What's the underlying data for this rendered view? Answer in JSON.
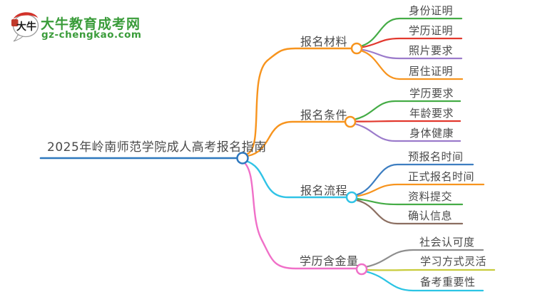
{
  "background": "#ffffff",
  "logo": {
    "icon_characters": "大牛",
    "icon_bubble_stroke": "#9a9a9a",
    "icon_cap_color": "#d2322a",
    "icon_seal_color": "#c0392b",
    "brand_name": "大牛教育成考网",
    "brand_domain": "gz-chengkao.com",
    "brand_color": "#3a9c3a"
  },
  "central": {
    "title": "2025年岭南师范学院成人高考报名指南",
    "color": "#2e78be"
  },
  "branches": [
    {
      "label": "报名材料",
      "color": "#f7941e",
      "children": [
        {
          "label": "身份证明",
          "color": "#45ac46"
        },
        {
          "label": "学历证明",
          "color": "#e2382e"
        },
        {
          "label": "照片要求",
          "color": "#9b7bcb"
        },
        {
          "label": "居住证明",
          "color": "#f7941e"
        }
      ]
    },
    {
      "label": "报名条件",
      "color": "#f7941e",
      "children": [
        {
          "label": "学历要求",
          "color": "#45ac46"
        },
        {
          "label": "年龄要求",
          "color": "#e2382e"
        },
        {
          "label": "身体健康",
          "color": "#9b7bcb"
        }
      ]
    },
    {
      "label": "报名流程",
      "color": "#30c3e6",
      "children": [
        {
          "label": "预报名时间",
          "color": "#3d7ec1"
        },
        {
          "label": "正式报名时间",
          "color": "#f7941e"
        },
        {
          "label": "资料提交",
          "color": "#45ac46"
        },
        {
          "label": "确认信息",
          "color": "#8b6e60"
        }
      ]
    },
    {
      "label": "学历含金量",
      "color": "#f070c8",
      "children": [
        {
          "label": "社会认可度",
          "color": "#8e8e8e"
        },
        {
          "label": "学习方式灵活",
          "color": "#c8cc3c"
        },
        {
          "label": "备考重要性",
          "color": "#2bc4e4"
        }
      ]
    }
  ]
}
